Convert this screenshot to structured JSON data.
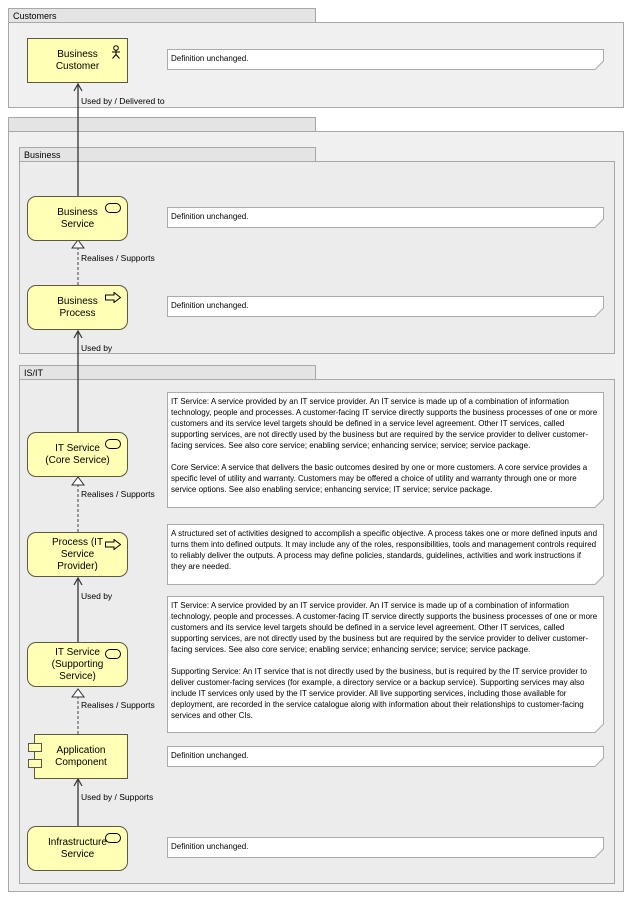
{
  "groups": {
    "customers": "Customers",
    "outer": "",
    "business": "Business",
    "isit": "IS/IT"
  },
  "elements": {
    "business_customer": "Business Customer",
    "business_service": "Business Service",
    "business_process": "Business Process",
    "it_service_core": "IT Service (Core Service)",
    "process_it": "Process (IT Service Provider)",
    "it_service_supporting": "IT Service (Supporting Service)",
    "application_component": "Application Component",
    "infrastructure_service": "Infrastructure Service"
  },
  "notes": {
    "customer": "Definition unchanged.",
    "business_service": "Definition unchanged.",
    "business_process": "Definition unchanged.",
    "core_service": "IT Service: A service provided by an IT service provider. An IT service is made up of a combination of information technology, people and processes. A customer-facing IT service directly supports the business processes of one or more customers and its service level targets should be defined in a service level agreement. Other IT services, called supporting services, are not directly used by the business but are required by the service provider to deliver customer-facing services. See also core service; enabling service; enhancing service; service; service package.\n\nCore Service: A service that delivers the basic outcomes desired by one or more customers. A core service provides a specific level of utility and warranty. Customers may be offered a choice of utility and warranty through one or more service options. See also enabling service; enhancing service; IT service; service package.",
    "process_it": "A structured set of activities designed to accomplish a specific objective. A process takes one or more defined inputs and turns them into defined outputs. It may include any of the roles, responsibilities, tools and management controls required to reliably deliver the outputs. A process may define policies, standards, guidelines, activities and work instructions if they are needed.",
    "supporting_service": "IT Service: A service provided by an IT service provider. An IT service is made up of a combination of information technology, people and processes. A customer-facing IT service directly supports the business processes of one or more customers and its service level targets should be defined in a service level agreement. Other IT services, called supporting services, are not directly used by the business but are required by the service provider to deliver customer-facing services. See also core service; enabling service; enhancing service; service; service package.\n\nSupporting Service: An IT service that is not directly used by the business, but is required by the IT service provider to deliver customer-facing services (for example, a directory service or a backup service). Supporting services may also include IT services only used by the IT service provider. All live supporting services, including those available for deployment, are recorded in the service catalogue along with information about their relationships to customer-facing services and other CIs.",
    "application": "Definition unchanged.",
    "infrastructure": "Definition unchanged."
  },
  "edge_labels": {
    "used_by_delivered_to": "Used by / Delivered to",
    "realises_supports_1": "Realises / Supports",
    "used_by_1": "Used by",
    "realises_supports_2": "Realises / Supports",
    "used_by_2": "Used by",
    "realises_supports_3": "Realises / Supports",
    "used_by_supports": "Used by / Supports"
  },
  "colors": {
    "element_fill": "#ffffb5",
    "frame_fill": "#f0f0f0",
    "tab_fill": "#e4e4e4",
    "border": "#a8a8a8"
  }
}
